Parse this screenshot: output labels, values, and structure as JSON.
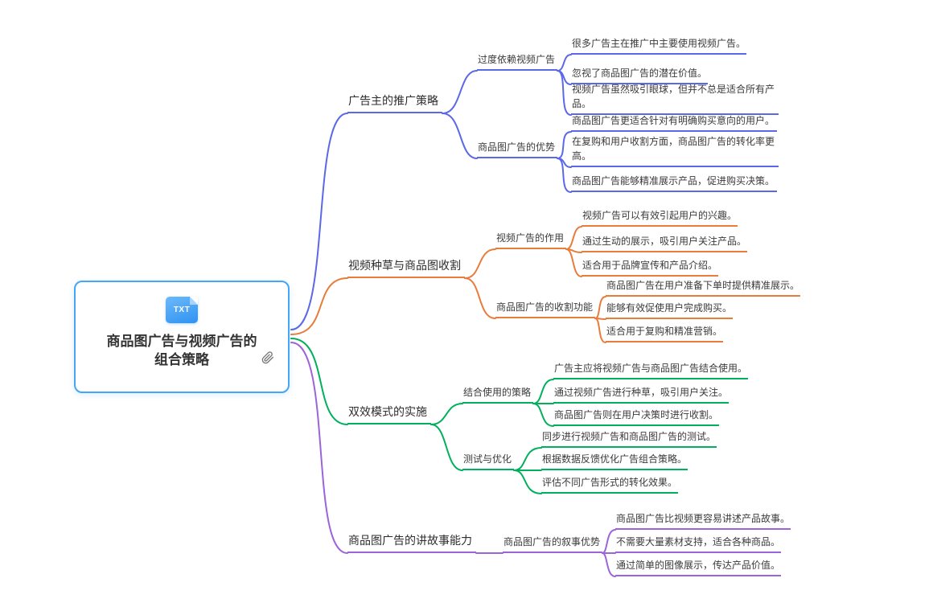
{
  "root": {
    "title": "商品图广告与视频广告的组合策略",
    "file_badge": "TXT"
  },
  "icons": {
    "attachment": "paperclip-icon",
    "file_thumbnail": "txt-file-icon"
  },
  "colors": {
    "branch_blue": "#5b68e8",
    "branch_orange": "#e87c3a",
    "branch_green": "#00b05c",
    "branch_purple": "#9c64d9",
    "root_border": "#45a5f7",
    "file_icon_blue": "#2f92f2"
  },
  "branches": [
    {
      "label": "广告主的推广策略",
      "color": "#5b68e8",
      "children": [
        {
          "label": "过度依赖视频广告",
          "leaves": [
            "很多广告主在推广中主要使用视频广告。",
            "忽视了商品图广告的潜在价值。",
            "视频广告虽然吸引眼球，但并不总是适合所有产品。"
          ]
        },
        {
          "label": "商品图广告的优势",
          "leaves": [
            "商品图广告更适合针对有明确购买意向的用户。",
            "在复购和用户收割方面，商品图广告的转化率更高。",
            "商品图广告能够精准展示产品，促进购买决策。"
          ]
        }
      ]
    },
    {
      "label": "视频种草与商品图收割",
      "color": "#e87c3a",
      "children": [
        {
          "label": "视频广告的作用",
          "leaves": [
            "视频广告可以有效引起用户的兴趣。",
            "通过生动的展示，吸引用户关注产品。",
            "适合用于品牌宣传和产品介绍。"
          ]
        },
        {
          "label": "商品图广告的收割功能",
          "leaves": [
            "商品图广告在用户准备下单时提供精准展示。",
            "能够有效促使用户完成购买。",
            "适合用于复购和精准营销。"
          ]
        }
      ]
    },
    {
      "label": "双效模式的实施",
      "color": "#00b05c",
      "children": [
        {
          "label": "结合使用的策略",
          "leaves": [
            "广告主应将视频广告与商品图广告结合使用。",
            "通过视频广告进行种草，吸引用户关注。",
            "商品图广告则在用户决策时进行收割。"
          ]
        },
        {
          "label": "测试与优化",
          "leaves": [
            "同步进行视频广告和商品图广告的测试。",
            "根据数据反馈优化广告组合策略。",
            "评估不同广告形式的转化效果。"
          ]
        }
      ]
    },
    {
      "label": "商品图广告的讲故事能力",
      "color": "#9c64d9",
      "children": [
        {
          "label": "商品图广告的叙事优势",
          "leaves": [
            "商品图广告比视频更容易讲述产品故事。",
            "不需要大量素材支持，适合各种商品。",
            "通过简单的图像展示，传达产品价值。"
          ]
        }
      ]
    }
  ]
}
